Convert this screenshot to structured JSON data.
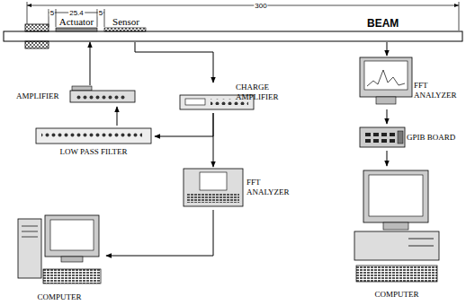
{
  "diagram": {
    "nodes": [
      {
        "text": [
          "BEAM"
        ]
      },
      {
        "text": [
          "Actuator"
        ]
      },
      {
        "text": [
          "Sensor"
        ]
      },
      {
        "text": [
          "AMPLIFIER"
        ]
      },
      {
        "text": [
          "LOW PASS FILTER"
        ]
      },
      {
        "text": [
          "CHARGE AMPLIFIER"
        ]
      },
      {
        "text": [
          "FFT ANALYZER"
        ]
      },
      {
        "text": [
          "COMPUTER"
        ]
      },
      {
        "text": [
          "FFT ANALYZER"
        ]
      },
      {
        "text": [
          "GPIB BOARD"
        ]
      },
      {
        "text": [
          "COMPUTER"
        ]
      }
    ],
    "edges": [
      {
        "from": 2,
        "to": 5,
        "arrow": "to"
      },
      {
        "from": 5,
        "to": 4,
        "arrow": "to"
      },
      {
        "from": 4,
        "to": 3,
        "arrow": "to"
      },
      {
        "from": 3,
        "to": 1,
        "arrow": "to"
      },
      {
        "from": 5,
        "to": 6,
        "arrow": "to"
      },
      {
        "from": 6,
        "to": 7,
        "arrow": "to"
      },
      {
        "from": 0,
        "to": 8,
        "arrow": "to"
      },
      {
        "from": 8,
        "to": 9,
        "arrow": "to"
      },
      {
        "from": 9,
        "to": 10,
        "arrow": "to"
      }
    ],
    "labels": [
      "5",
      "25.4",
      "5",
      "300"
    ]
  }
}
